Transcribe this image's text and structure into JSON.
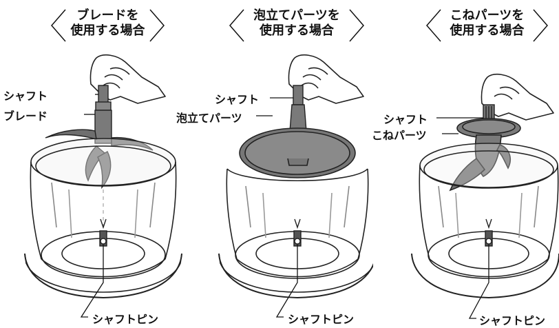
{
  "panels": [
    {
      "heading_line1": "ブレードを",
      "heading_line2": "使用する場合",
      "labels": [
        "シャフト",
        "ブレード"
      ],
      "pin_label": "シャフトピン"
    },
    {
      "heading_line1": "泡立てパーツを",
      "heading_line2": "使用する場合",
      "labels": [
        "シャフト",
        "泡立てパーツ"
      ],
      "pin_label": "シャフトピン"
    },
    {
      "heading_line1": "こねパーツを",
      "heading_line2": "使用する場合",
      "labels": [
        "シャフト",
        "こねパーツ"
      ],
      "pin_label": "シャフトピン"
    }
  ]
}
